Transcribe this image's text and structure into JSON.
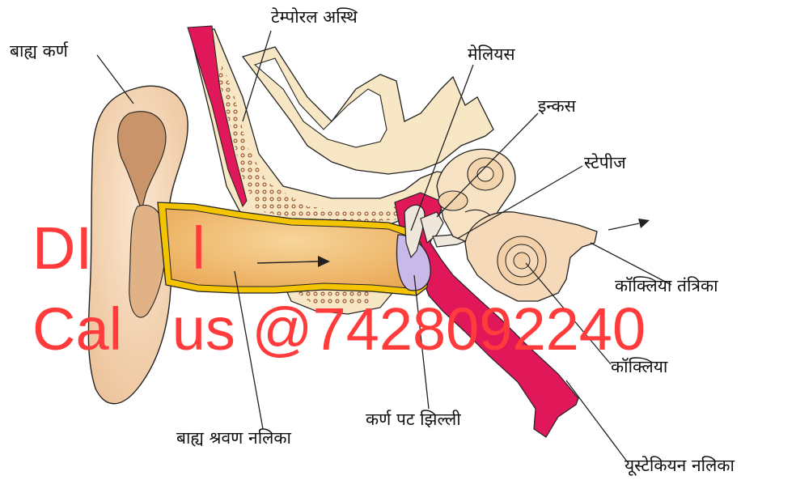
{
  "labels": {
    "outer_ear": "बाह्य कर्ण",
    "temporal_bone": "टेम्पोरल अस्थि",
    "malleus": "मेलियस",
    "incus": "इन्कस",
    "stapes": "स्टेपीज",
    "cochlear_nerve": "कॉक्लिया तंत्रिका",
    "cochlea": "कॉक्लिया",
    "eustachian_tube": "यूस्टेकियन नलिका",
    "eardrum": "कर्ण पट झिल्ली",
    "ear_canal": "बाह्य श्रवण नलिका"
  },
  "watermark": {
    "line1": "DI      l",
    "line2": "Cal   us @7428092240",
    "color": "#ff3b3b"
  },
  "colors": {
    "skin": "#f6d9b8",
    "skin_dark": "#e9bf94",
    "canal": "#f3c27a",
    "canal_border": "#f5c400",
    "bone": "#f8e7c4",
    "red": "#e0185a",
    "eardrum": "#c9b9e8"
  }
}
